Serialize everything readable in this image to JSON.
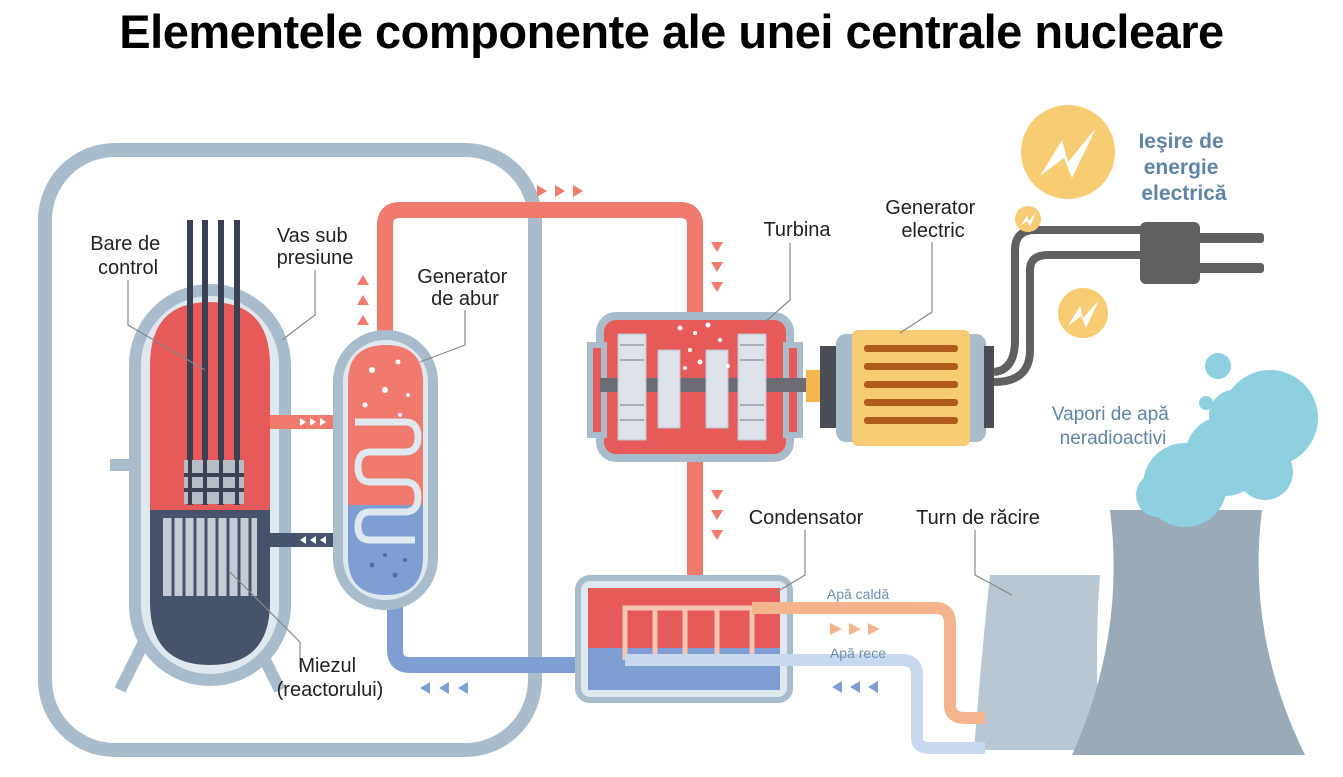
{
  "title": "Elementele componente ale unei centrale nucleare",
  "labels": {
    "control_rods": [
      "Bare de",
      "control"
    ],
    "pressure_vessel": [
      "Vas sub",
      "presiune"
    ],
    "steam_generator": [
      "Generator",
      "de abur"
    ],
    "turbine": "Turbina",
    "electric_generator": [
      "Generator",
      "electric"
    ],
    "power_output": [
      "Ieşire de",
      "energie",
      "electrică"
    ],
    "steam": [
      "Vapori de apă",
      "neradioactivi"
    ],
    "condenser": "Condensator",
    "cooling_tower": "Turn de răcire",
    "hot_water": "Apă caldă",
    "cold_water": "Apă rece",
    "core": [
      "Miezul",
      "(reactorului)"
    ]
  },
  "colors": {
    "hot": "#f07a6e",
    "hot_dark": "#e05a55",
    "cold": "#7f9fd4",
    "dark_core": "#46536b",
    "shell": "#a9bccb",
    "tower": "#9aaab6",
    "cloud": "#8fd0e0",
    "yellow": "#f7cc72",
    "plug": "#606060"
  },
  "icons": [
    "lightning-icon",
    "lightning-icon",
    "lightning-icon",
    "power-plug-icon"
  ]
}
